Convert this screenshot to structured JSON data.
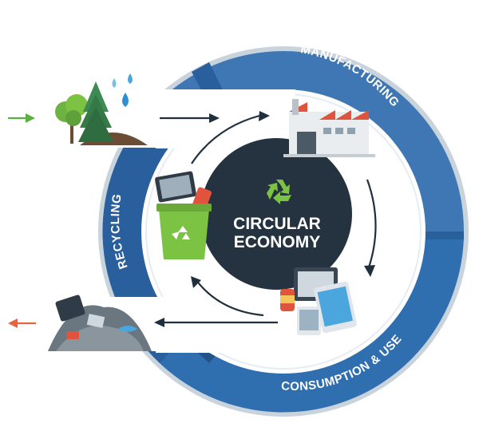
{
  "segments": {
    "manufacturing": "MANUFACTURING",
    "consumption": "CONSUMPTION & USE",
    "recycling": "RECYCLING"
  },
  "center": {
    "line1": "CIRCULAR",
    "line2": "ECONOMY",
    "icon": "recycle-icon"
  },
  "colors": {
    "ring_top": "#3e77b3",
    "ring_bottom": "#2f6eaf",
    "ring_left": "#2a5f9e",
    "ring_dark": "#235388",
    "center": "#24333f",
    "arrow": "#1f2f3c",
    "input_arrow": "#5cb040",
    "output_arrow": "#e8643c",
    "recycle_green": "#7cc243"
  },
  "icons": {
    "input": "input-arrow-icon",
    "output": "output-arrow-icon",
    "nature": "nature-resources-icon",
    "factory": "factory-icon",
    "devices": "consumer-devices-icon",
    "bin": "recycling-bin-icon",
    "waste": "waste-pile-icon"
  }
}
